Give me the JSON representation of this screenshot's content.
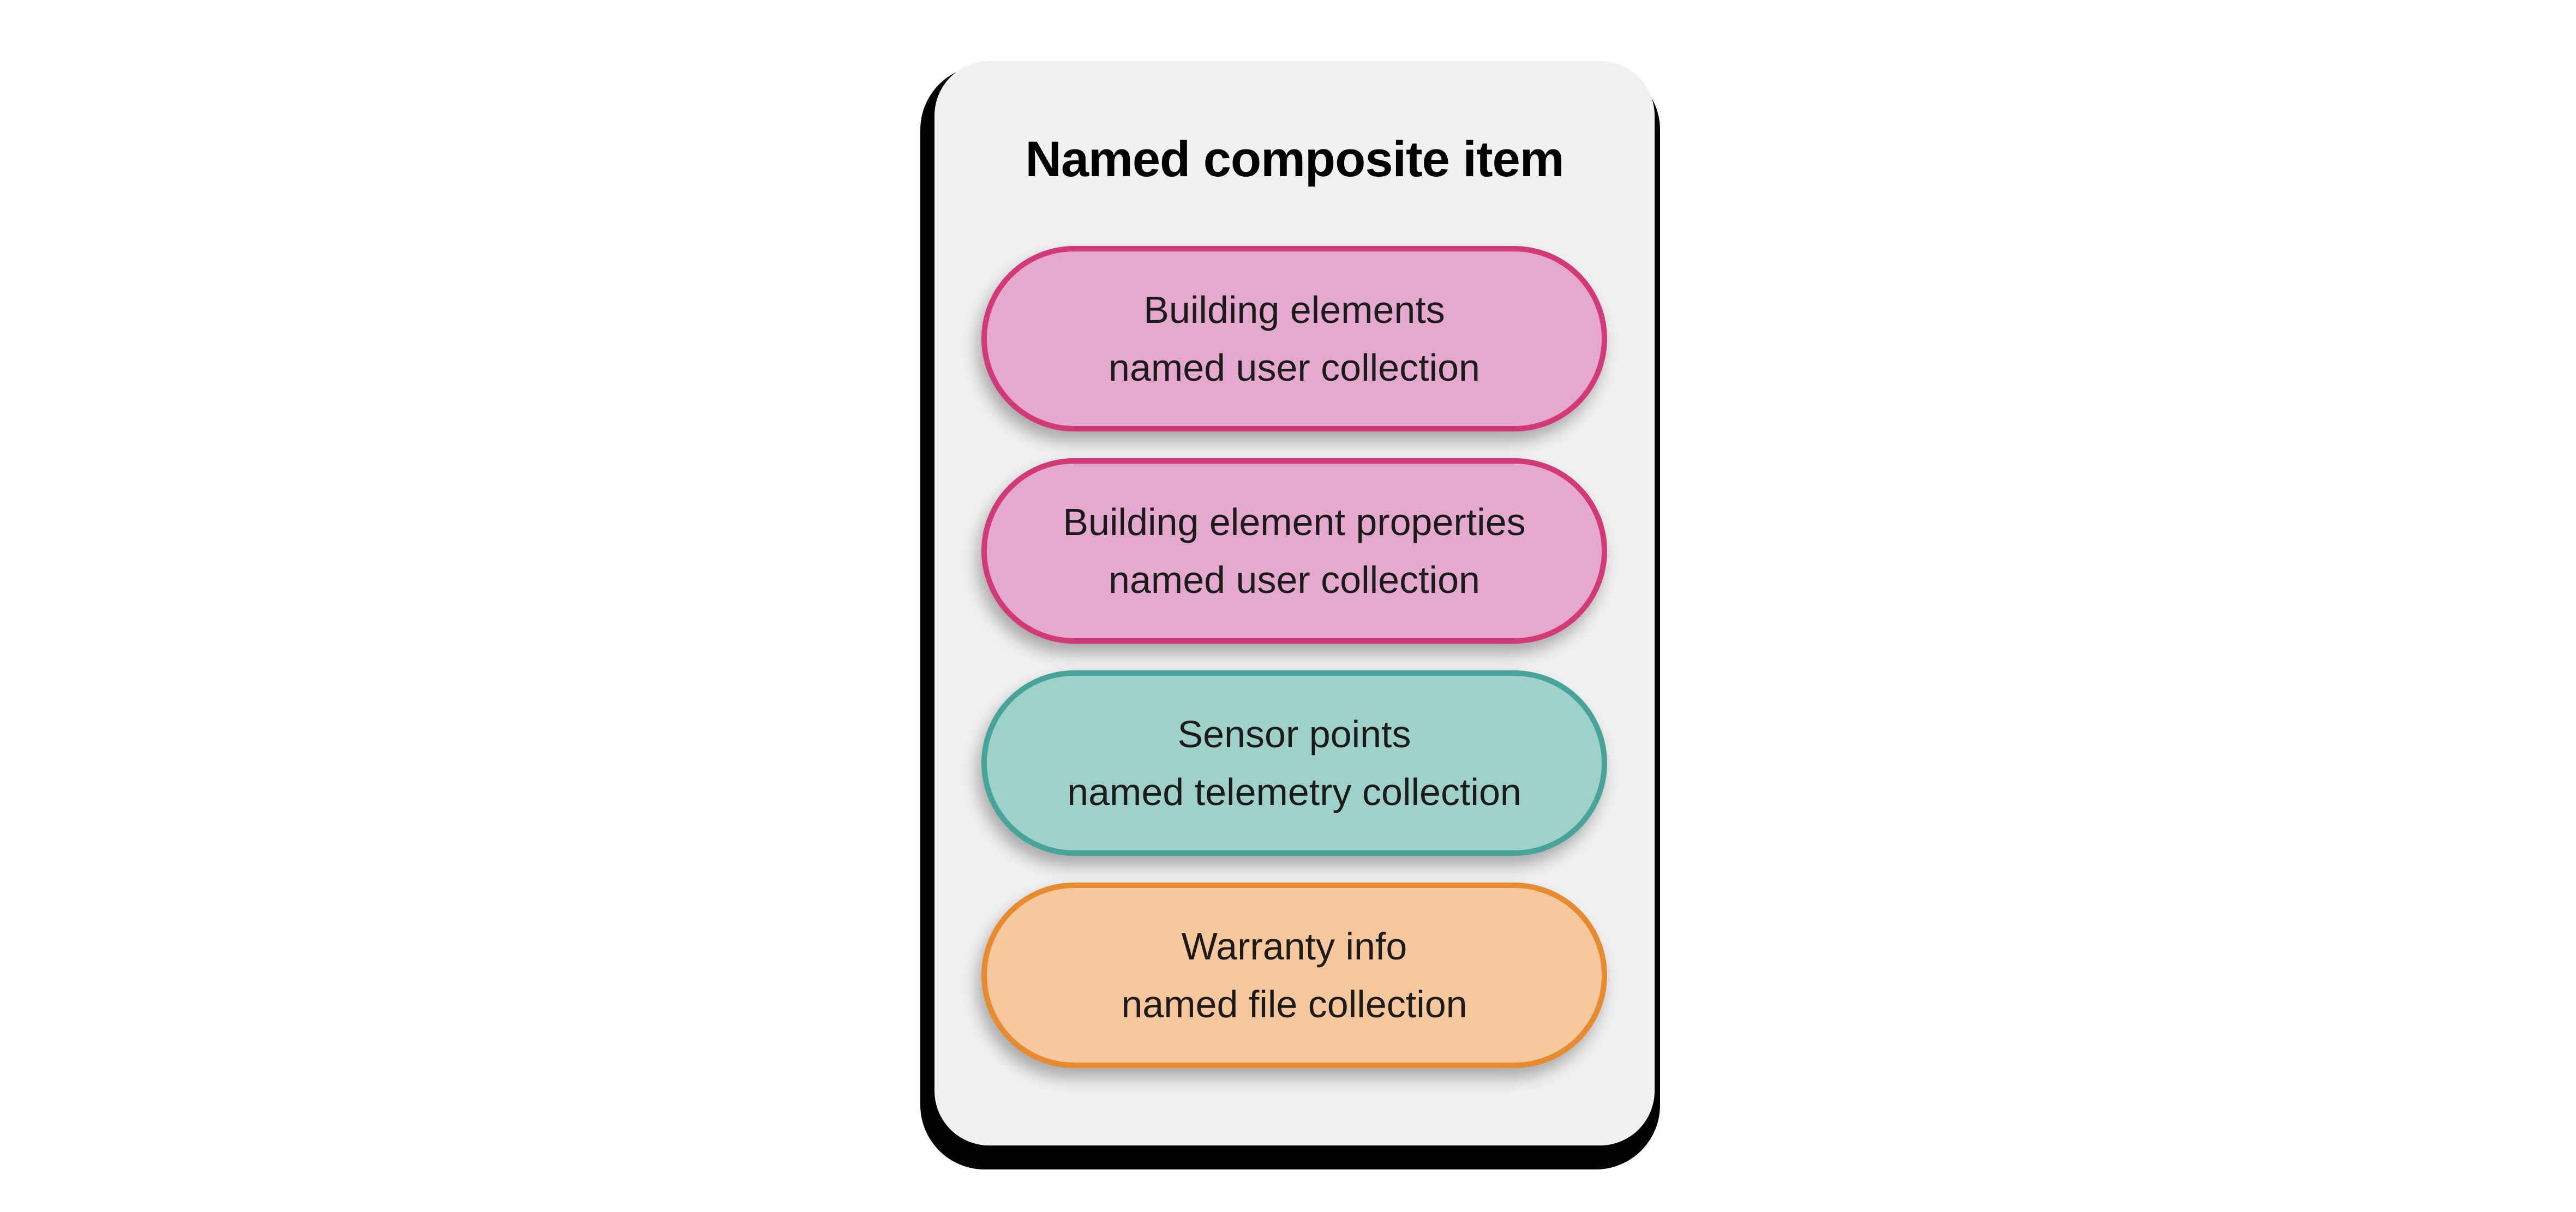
{
  "diagram": {
    "title": "Named composite item",
    "colors": {
      "page_background": "#ffffff",
      "card_background": "#f1f1f1",
      "card_shadow": "#000000",
      "text": "#1b1b1b"
    },
    "pills": [
      {
        "line1": "Building elements",
        "line2": "named user collection",
        "fill": "#e6a9ce",
        "border": "#d13a76"
      },
      {
        "line1": "Building element properties",
        "line2": "named user collection",
        "fill": "#e6a9ce",
        "border": "#d13a76"
      },
      {
        "line1": "Sensor points",
        "line2": "named telemetry collection",
        "fill": "#a0d1c8",
        "border": "#46a49a"
      },
      {
        "line1": "Warranty info",
        "line2": "named file collection",
        "fill": "#f8c79b",
        "border": "#e78b30"
      }
    ]
  }
}
